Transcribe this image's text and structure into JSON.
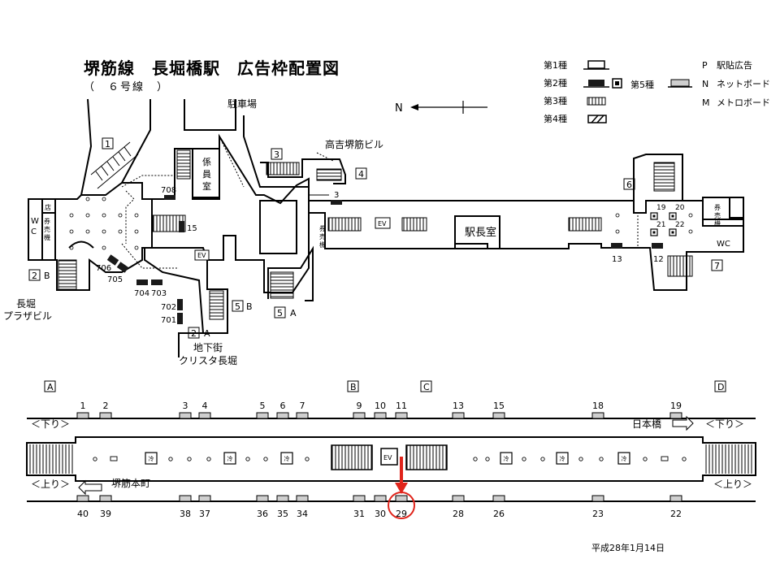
{
  "title": "堺筋線　長堀橋駅　広告枠配置図",
  "subtitle": "（　６号線　）",
  "date": "平成28年1月14日",
  "legend": {
    "type1": "第1種",
    "type2": "第2種",
    "type3": "第3種",
    "type4": "第4種",
    "type5": "第5種",
    "p_key": "P",
    "p_label": "駅貼広告",
    "n_key": "N",
    "n_label": "ネットボード",
    "m_key": "M",
    "m_label": "メトロボード",
    "north": "N"
  },
  "labels": {
    "parking": "駐車場",
    "takayoshi": "高吉堺筋ビル",
    "kakari": [
      "係",
      "員",
      "室"
    ],
    "ekicho": "駅長室",
    "nagahori": "長堀",
    "plaza": "プラザビル",
    "chika": "地下街",
    "crysta": "クリスタ長堀",
    "ken_left": [
      "券",
      "売",
      "機"
    ],
    "ken_mid": [
      "券",
      "売",
      "機"
    ],
    "ken_right": [
      "券",
      "売",
      "機"
    ],
    "wc_left": [
      "W",
      "C"
    ],
    "wc_right": "WC",
    "store": "店",
    "ev": "EV",
    "platform_ev": "EV",
    "cold": "冷",
    "down_left": "＜下り＞",
    "down_right": "＜下り＞",
    "up_left": "＜上り＞",
    "up_right": "＜上り＞",
    "nippombashi": "日本橋",
    "sakaisuji": "堺筋本町"
  },
  "exits": {
    "e1": "1",
    "e2": "2",
    "e3": "3",
    "e4": "4",
    "e5": "5",
    "e6": "6",
    "e7": "7",
    "s2b": "B",
    "s5b": "B",
    "s2a": "A",
    "s5a": "A"
  },
  "ad_ids": {
    "a708": "708",
    "a15": "15",
    "a3": "3",
    "a706": "706",
    "a705": "705",
    "a704": "704",
    "a703": "703",
    "a702": "702",
    "a701": "701",
    "a13": "13",
    "a12": "12",
    "a19": "19",
    "a20": "20",
    "a21": "21",
    "a22": "22"
  },
  "sections": [
    "A",
    "B",
    "C",
    "D"
  ],
  "platform_top_numbers": [
    "1",
    "2",
    "3",
    "4",
    "5",
    "6",
    "7",
    "9",
    "10",
    "11",
    "13",
    "15",
    "18",
    "19"
  ],
  "platform_bottom_numbers": [
    "40",
    "39",
    "38",
    "37",
    "36",
    "35",
    "34",
    "31",
    "30",
    "29",
    "28",
    "26",
    "23",
    "22"
  ],
  "highlight_number": "29",
  "colors": {
    "highlight": "#e0241b",
    "ad_dark": "#1a1a1a",
    "ad_light": "#cfcfcf"
  }
}
